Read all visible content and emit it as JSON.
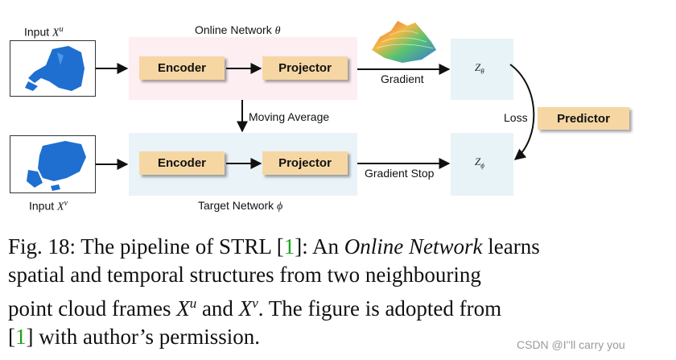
{
  "diagram": {
    "input_u": {
      "label": "Input",
      "symbol": "X",
      "sup": "u"
    },
    "input_v": {
      "label": "Input",
      "symbol": "X",
      "sup": "v"
    },
    "online": {
      "title": "Online Network",
      "symbol": "θ"
    },
    "target": {
      "title": "Target Network",
      "symbol": "ϕ"
    },
    "blocks": {
      "encoder": "Encoder",
      "projector": "Projector",
      "predictor": "Predictor"
    },
    "edges": {
      "gradient": "Gradient",
      "moving_average": "Moving Average",
      "gradient_stop": "Gradient Stop",
      "loss": "Loss"
    },
    "z_theta": {
      "symbol": "Z",
      "sub": "θ"
    },
    "z_phi": {
      "symbol": "Z",
      "sub": "ϕ"
    }
  },
  "caption": {
    "line1_a": "Fig. 18: The pipeline of STRL [",
    "cite": "1",
    "line1_b": "]: An ",
    "line1_em": "Online Network",
    "line1_c": " learns",
    "line2": "spatial and temporal structures from two neighbouring",
    "line3_a": "point cloud frames ",
    "line3_b": " and ",
    "line3_c": ". The figure is adopted from",
    "sym_x": "X",
    "sup_u": "u",
    "sup_v": "v",
    "line4_a": "[",
    "line4_b": "] with author’s permission."
  },
  "watermark": "CSDN @I''ll  carry  you",
  "colors": {
    "block": "#f6d7a3",
    "online_panel": "#fdeef2",
    "target_panel": "#eaf3f8",
    "point_cloud": "#1e6fd0",
    "citation": "#1aa31a"
  }
}
